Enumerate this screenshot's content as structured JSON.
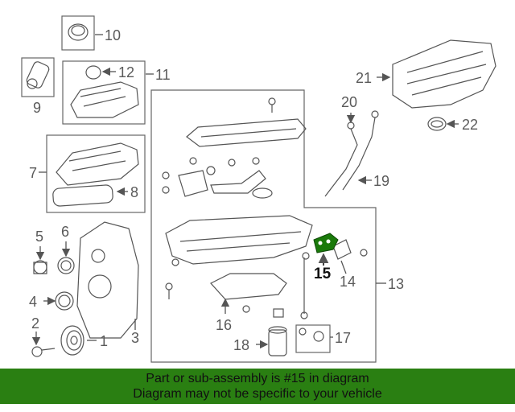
{
  "diagram": {
    "highlight_color": "#1a7a0a",
    "labels": [
      "1",
      "2",
      "3",
      "4",
      "5",
      "6",
      "7",
      "8",
      "9",
      "10",
      "11",
      "12",
      "13",
      "14",
      "15",
      "16",
      "17",
      "18",
      "19",
      "20",
      "21",
      "22"
    ],
    "highlighted_part": "15"
  },
  "footer": {
    "background": "#2a7f12",
    "line1": "Part or sub-assembly is #15 in diagram",
    "line2": "Diagram may not be specific to your vehicle"
  }
}
